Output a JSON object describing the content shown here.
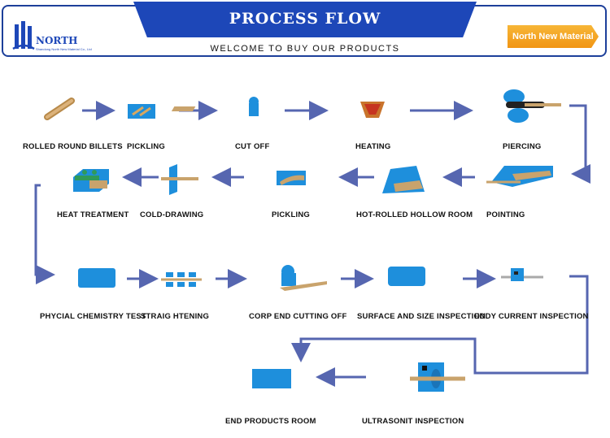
{
  "header": {
    "title": "PROCESS FLOW",
    "subtitle": "WELCOME TO BUY OUR PRODUCTS",
    "logo_name": "NORTH",
    "logo_small": "Shandong North New Material Co., Ltd",
    "badge": "North New Material"
  },
  "steps": [
    {
      "label": "ROLLED ROUND BILLETS"
    },
    {
      "label": "PICKLING"
    },
    {
      "label": "CUT OFF"
    },
    {
      "label": "HEATING"
    },
    {
      "label": "PIERCING"
    },
    {
      "label": "POINTING"
    },
    {
      "label": "HOT-ROLLED HOLLOW ROOM"
    },
    {
      "label": "PICKLING"
    },
    {
      "label": "COLD-DRAWING"
    },
    {
      "label": "HEAT  TREATMENT"
    },
    {
      "label": "PHYCIAL  CHEMISTRY TEST"
    },
    {
      "label": "STRAIG HTENING"
    },
    {
      "label": "CORP  END  CUTTING OFF"
    },
    {
      "label": "SURFACE AND SIZE INSPECTION"
    },
    {
      "label": "EDDY CURRENT  INSPECTION"
    },
    {
      "label": "ULTRASONIT INSPECTION"
    },
    {
      "label": "END PRODUCTS ROOM"
    }
  ],
  "colors": {
    "header_blue": "#1d47b8",
    "arrow": "#5666b0",
    "machine_blue": "#1e8fdc",
    "steel": "#c9a36c",
    "badge_orange": "#f29a1a"
  }
}
